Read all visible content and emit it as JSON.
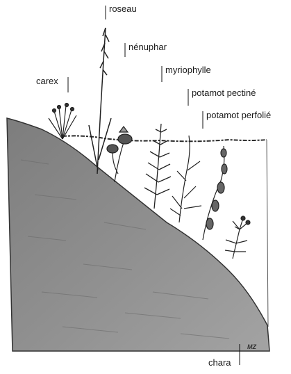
{
  "labels": {
    "roseau": "roseau",
    "nenuphar": "nénuphar",
    "myriophylle": "myriophylle",
    "carex": "carex",
    "potamot_pectine": "potamot pectiné",
    "potamot_perfolie": "potamot perfolié",
    "chara": "chara"
  },
  "signature": "MZ",
  "colors": {
    "soil": "#8a8a8a",
    "soil_dark": "#6f6f6f",
    "water_line": "#2a2a2a",
    "plant": "#222222",
    "leader": "#111111"
  }
}
